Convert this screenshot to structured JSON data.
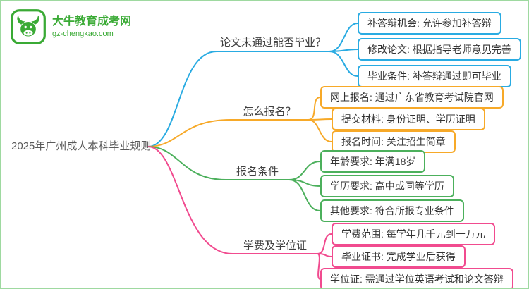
{
  "logo": {
    "title": "大牛教育成考网",
    "domain": "gz-chengkao.com"
  },
  "root": {
    "label": "2025年广州成人本科毕业规则"
  },
  "branches": [
    {
      "label": "论文未通过能否毕业？",
      "color": "#29abe2",
      "children": [
        "补答辩机会: 允许参加补答辩",
        "修改论文: 根据指导老师意见完善",
        "毕业条件: 补答辩通过即可毕业"
      ]
    },
    {
      "label": "怎么报名？",
      "color": "#f7a928",
      "children": [
        "网上报名: 通过广东省教育考试院官网",
        "提交材料: 身份证明、学历证明",
        "报名时间: 关注招生简章"
      ]
    },
    {
      "label": "报名条件",
      "color": "#4cb05c",
      "children": [
        "年龄要求: 年满18岁",
        "学历要求: 高中或同等学历",
        "其他要求: 符合所报专业条件"
      ]
    },
    {
      "label": "学费及学位证",
      "color": "#f14b8f",
      "children": [
        "学费范围: 每学年几千元到一万元",
        "毕业证书: 完成学业后获得",
        "学位证: 需通过学位英语考试和论文答辩"
      ]
    }
  ],
  "colors": {
    "thesis_branch": "#29abe2",
    "signup_branch": "#f7a928",
    "conditions_branch": "#4cb05c",
    "fees_branch": "#f14b8f",
    "logo_green": "#3aaa35",
    "page_border": "#9ed9a0"
  }
}
